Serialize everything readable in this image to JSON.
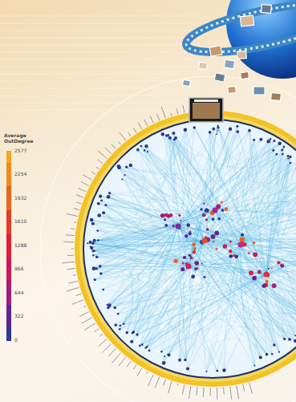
{
  "diagram": {
    "labels": [
      "Average OutDegree"
    ],
    "legend": [
      {
        "text": "2577",
        "color": "#f4a81c"
      },
      {
        "text": "2254",
        "color": "#f08a1c"
      },
      {
        "text": "1932",
        "color": "#ec6420"
      },
      {
        "text": "1610",
        "color": "#e63c24"
      },
      {
        "text": "1288",
        "color": "#e0203a"
      },
      {
        "text": "966",
        "color": "#cc1a5c"
      },
      {
        "text": "644",
        "color": "#a21c7a"
      },
      {
        "text": "322",
        "color": "#5c2690"
      },
      {
        "text": "0",
        "color": "#2a3a9a"
      }
    ]
  }
}
